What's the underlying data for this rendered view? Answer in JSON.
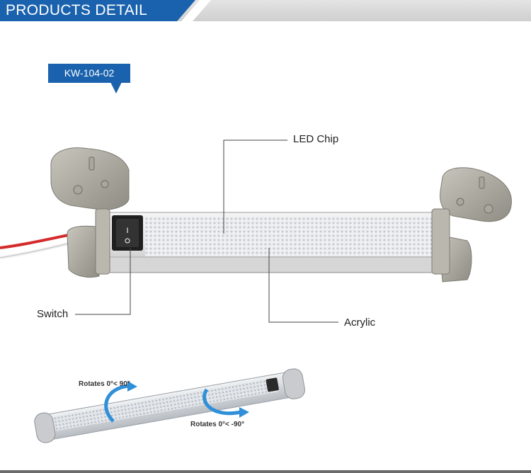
{
  "header": {
    "title": "PRODUCTS DETAIL"
  },
  "model": {
    "label": "KW-104-02"
  },
  "callouts": {
    "led_chip": "LED Chip",
    "switch": "Switch",
    "acrylic": "Acrylic"
  },
  "rotation": {
    "positive": "Rotates 0°< 90°",
    "negative": "Rotates 0°< -90°"
  },
  "colors": {
    "accent": "#1a62ad",
    "header_bg": "#d8d8d8",
    "rotation_arrow": "#2f8fd8"
  }
}
